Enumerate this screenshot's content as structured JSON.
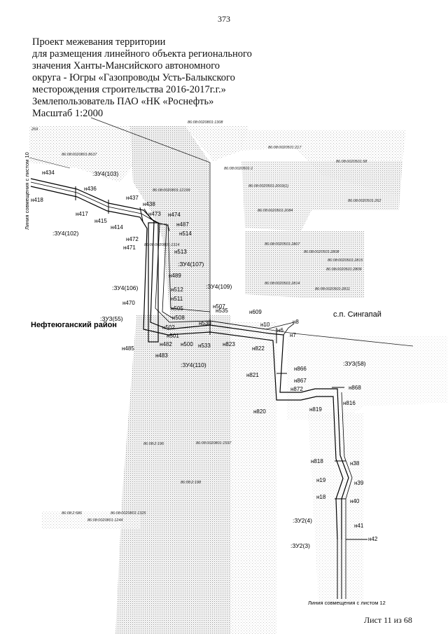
{
  "page_number": "373",
  "header": {
    "lines": [
      "Проект межевания территории",
      "для размещения линейного объекта регионального",
      "значения Ханты-Мансийского автономного",
      "округа - Югры «Газопроводы Усть-Балыкского",
      "месторождения строительства 2016-2017г.г.»",
      "Землепользователь ПАО «НК «Роснефть»",
      "Масштаб 1:2000"
    ]
  },
  "map": {
    "region_labels": {
      "district": "Нефтеюганский район",
      "settlement": "с.п. Сингапай"
    },
    "match_lines": {
      "left": "Линия совмещения с листом 10",
      "bottom": "Линия совмещения с листом 12"
    },
    "plot_labels": [
      {
        "id": "zu4_103",
        "text": ":ЗУ4(103)"
      },
      {
        "id": "zu4_102",
        "text": ":ЗУ4(102)"
      },
      {
        "id": "zu4_107",
        "text": ":ЗУ4(107)"
      },
      {
        "id": "zu4_106",
        "text": ":ЗУ4(106)"
      },
      {
        "id": "zu4_109",
        "text": ":ЗУ4(109)"
      },
      {
        "id": "zu3_55",
        "text": ":ЗУ3(55)"
      },
      {
        "id": "zu4_110",
        "text": ":ЗУ4(110)"
      },
      {
        "id": "zu3_58",
        "text": ":ЗУ3(58)"
      },
      {
        "id": "zu2_4",
        "text": ":ЗУ2(4)"
      },
      {
        "id": "zu2_3",
        "text": ":ЗУ2(3)"
      }
    ],
    "points": [
      {
        "id": "n434",
        "text": "н434"
      },
      {
        "id": "n418",
        "text": "н418"
      },
      {
        "id": "n436",
        "text": "н436"
      },
      {
        "id": "n437",
        "text": "н437"
      },
      {
        "id": "n438",
        "text": "н438"
      },
      {
        "id": "n417",
        "text": "н417"
      },
      {
        "id": "n415",
        "text": "н415"
      },
      {
        "id": "n414",
        "text": "н414"
      },
      {
        "id": "n473",
        "text": "н473"
      },
      {
        "id": "n474",
        "text": "н474"
      },
      {
        "id": "n487",
        "text": "н487"
      },
      {
        "id": "n514",
        "text": "н514"
      },
      {
        "id": "n472",
        "text": "н472"
      },
      {
        "id": "n471",
        "text": "н471"
      },
      {
        "id": "n513",
        "text": "н513"
      },
      {
        "id": "n489",
        "text": "н489"
      },
      {
        "id": "n512",
        "text": "н512"
      },
      {
        "id": "n511",
        "text": "н511"
      },
      {
        "id": "n470",
        "text": "н470"
      },
      {
        "id": "n505",
        "text": "н505"
      },
      {
        "id": "n507",
        "text": "н507"
      },
      {
        "id": "n508",
        "text": "н508"
      },
      {
        "id": "n535",
        "text": "н535"
      },
      {
        "id": "n609",
        "text": "н609"
      },
      {
        "id": "n502",
        "text": "н502"
      },
      {
        "id": "n501",
        "text": "н501"
      },
      {
        "id": "n530",
        "text": "н530"
      },
      {
        "id": "n485",
        "text": "н485"
      },
      {
        "id": "n482",
        "text": "н482"
      },
      {
        "id": "n500",
        "text": "н500"
      },
      {
        "id": "n533",
        "text": "н533"
      },
      {
        "id": "n483",
        "text": "н483"
      },
      {
        "id": "n823",
        "text": "н823"
      },
      {
        "id": "n822",
        "text": "н822"
      },
      {
        "id": "n10",
        "text": "н10"
      },
      {
        "id": "n6",
        "text": "н6"
      },
      {
        "id": "n7",
        "text": "н7"
      },
      {
        "id": "n8",
        "text": "н8"
      },
      {
        "id": "n821",
        "text": "н821"
      },
      {
        "id": "n866",
        "text": "н866"
      },
      {
        "id": "n867",
        "text": "н867"
      },
      {
        "id": "n872",
        "text": "н872"
      },
      {
        "id": "n868",
        "text": "н868"
      },
      {
        "id": "n816",
        "text": "н816"
      },
      {
        "id": "n819",
        "text": "н819"
      },
      {
        "id": "n820",
        "text": "н820"
      },
      {
        "id": "n818",
        "text": "н818"
      },
      {
        "id": "n38",
        "text": "н38"
      },
      {
        "id": "n19",
        "text": "н19"
      },
      {
        "id": "n39",
        "text": "н39"
      },
      {
        "id": "n18",
        "text": "н18"
      },
      {
        "id": "n40",
        "text": "н40"
      },
      {
        "id": "n41",
        "text": "н41"
      },
      {
        "id": "n42",
        "text": "н42"
      }
    ],
    "cadastral_labels": [
      {
        "id": "c259",
        "text": "259"
      },
      {
        "id": "c8637",
        "text": "86:08:0020801:8637"
      },
      {
        "id": "c1308",
        "text": "86:08:0020801:1308"
      },
      {
        "id": "c217",
        "text": "86:08:0020501:217"
      },
      {
        "id": "c11",
        "text": "86:08:0020501:1"
      },
      {
        "id": "c58",
        "text": "86:08:0020501:58"
      },
      {
        "id": "c12199",
        "text": "86:08:0020801:12199"
      },
      {
        "id": "c2003",
        "text": "86:08:0020501:2003(1)"
      },
      {
        "id": "c262",
        "text": "86:08:0020501:262"
      },
      {
        "id": "c2084",
        "text": "86:08:0020501:2084"
      },
      {
        "id": "c1314",
        "text": "86:08:0020801:1314"
      },
      {
        "id": "c2807",
        "text": "86:08:0020501:2807"
      },
      {
        "id": "c2808",
        "text": "86:08:0020501:2808"
      },
      {
        "id": "c2815",
        "text": "86:08:0020501:2815"
      },
      {
        "id": "c2809",
        "text": "86:08:0020501:2809"
      },
      {
        "id": "c2814",
        "text": "86:08:0020501:2814"
      },
      {
        "id": "c2811",
        "text": "86:08:0020501:2811"
      },
      {
        "id": "c2196",
        "text": "86:08:2:196"
      },
      {
        "id": "c1597",
        "text": "86:08:0020801:1597"
      },
      {
        "id": "c2198",
        "text": "86:08:2:198"
      },
      {
        "id": "c2586",
        "text": "86:08:2:586"
      },
      {
        "id": "c1325",
        "text": "86:08:0020801:1325"
      },
      {
        "id": "c1244",
        "text": "86:08:0020801:1244"
      }
    ]
  },
  "footer": {
    "sheet": "Лист 11 из 68"
  }
}
